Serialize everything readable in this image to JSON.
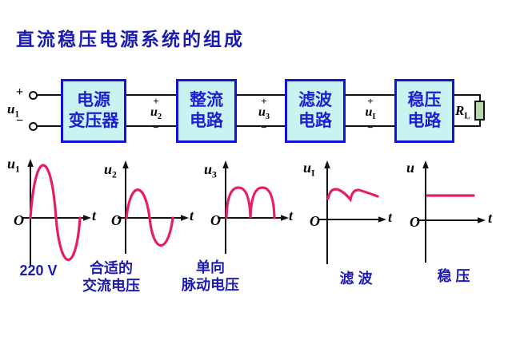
{
  "title": "直流稳压电源系统的组成",
  "colors": {
    "accent_blue": "#1b1bb0",
    "block_border": "#1513d2",
    "block_fill": "#c8f3f1",
    "block_text": "#1f1fd0",
    "curve_pink": "#e61e6a",
    "resistor_fill": "#b9d6ab"
  },
  "input": {
    "plus": "+",
    "u_base": "u",
    "u_sub": "1",
    "minus": "−"
  },
  "blocks": [
    {
      "lines": [
        "电源",
        "变压器"
      ]
    },
    {
      "lines": [
        "整流",
        "电路"
      ]
    },
    {
      "lines": [
        "滤波",
        "电路"
      ]
    },
    {
      "lines": [
        "稳压",
        "电路"
      ]
    }
  ],
  "stage_signals": [
    {
      "plus": "+",
      "u_base": "u",
      "u_sub": "2",
      "minus": "−"
    },
    {
      "plus": "+",
      "u_base": "u",
      "u_sub": "3",
      "minus": "−"
    },
    {
      "plus": "+",
      "u_base": "u",
      "u_sub": "I",
      "minus": "−"
    }
  ],
  "load": {
    "r_base": "R",
    "r_sub": "L"
  },
  "waveforms": [
    {
      "type": "sine-full-cycle",
      "y_base": "u",
      "y_sub": "1",
      "origin": "O",
      "x_axis": "t",
      "caption": [
        "220 V"
      ]
    },
    {
      "type": "sine-full-cycle",
      "y_base": "u",
      "y_sub": "2",
      "origin": "O",
      "x_axis": "t",
      "caption": [
        "合适的",
        "交流电压"
      ]
    },
    {
      "type": "full-wave-rectified",
      "y_base": "u",
      "y_sub": "3",
      "origin": "O",
      "x_axis": "t",
      "caption": [
        "单向",
        "脉动电压"
      ]
    },
    {
      "type": "ripple-after-filter",
      "y_base": "u",
      "y_sub": "I",
      "origin": "O",
      "x_axis": "t",
      "caption": [
        "滤 波"
      ]
    },
    {
      "type": "constant-dc",
      "y_base": "u",
      "y_sub": "",
      "origin": "O",
      "x_axis": "t",
      "caption": [
        "稳 压"
      ]
    }
  ]
}
